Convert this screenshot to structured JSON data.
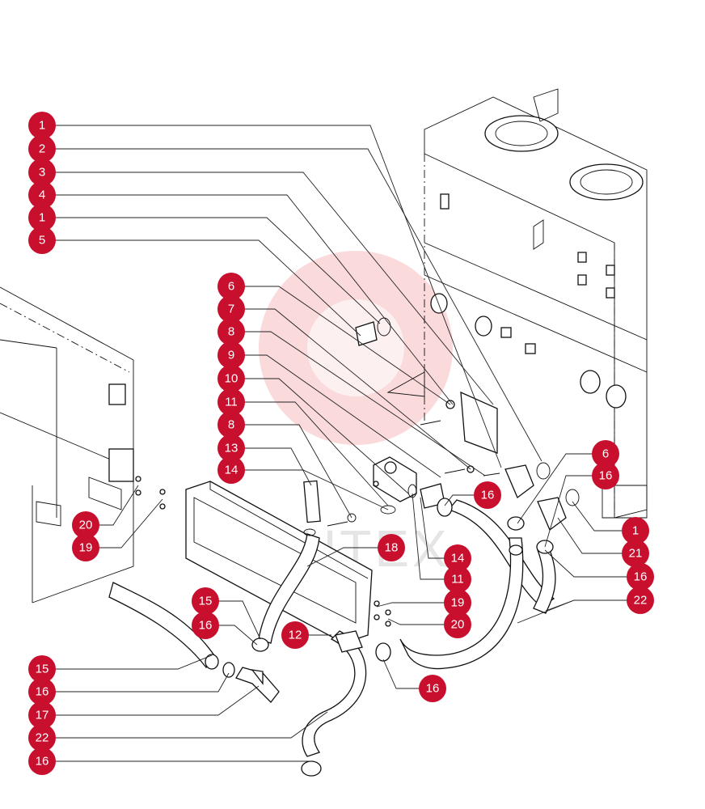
{
  "watermark_text": "ИНТЕХ",
  "callouts": [
    {
      "label": "1"
    },
    {
      "label": "2"
    },
    {
      "label": "3"
    },
    {
      "label": "4"
    },
    {
      "label": "1"
    },
    {
      "label": "5"
    },
    {
      "label": "6"
    },
    {
      "label": "7"
    },
    {
      "label": "8"
    },
    {
      "label": "9"
    },
    {
      "label": "10"
    },
    {
      "label": "11"
    },
    {
      "label": "8"
    },
    {
      "label": "13"
    },
    {
      "label": "14"
    },
    {
      "label": "20"
    },
    {
      "label": "19"
    },
    {
      "label": "18"
    },
    {
      "label": "15"
    },
    {
      "label": "16"
    },
    {
      "label": "12"
    },
    {
      "label": "15"
    },
    {
      "label": "16"
    },
    {
      "label": "17"
    },
    {
      "label": "22"
    },
    {
      "label": "16"
    },
    {
      "label": "16"
    },
    {
      "label": "14"
    },
    {
      "label": "11"
    },
    {
      "label": "19"
    },
    {
      "label": "20"
    },
    {
      "label": "16"
    },
    {
      "label": "6"
    },
    {
      "label": "16"
    },
    {
      "label": "1"
    },
    {
      "label": "21"
    },
    {
      "label": "16"
    },
    {
      "label": "22"
    }
  ],
  "colors": {
    "callout": "#c8102e",
    "line": "#111111",
    "watermark": "#e8323c"
  }
}
